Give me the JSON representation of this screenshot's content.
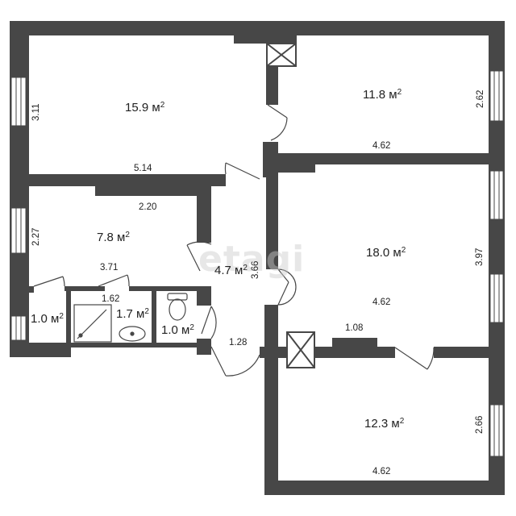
{
  "plan": {
    "wall_color": "#474747",
    "watermark": "etagi",
    "rooms": [
      {
        "id": "room-15-9",
        "area": "15.9",
        "unit": "м",
        "sup": "2"
      },
      {
        "id": "room-11-8",
        "area": "11.8",
        "unit": "м",
        "sup": "2"
      },
      {
        "id": "room-7-8",
        "area": "7.8",
        "unit": "м",
        "sup": "2"
      },
      {
        "id": "hall-4-7",
        "area": "4.7",
        "unit": "м",
        "sup": "2"
      },
      {
        "id": "room-18-0",
        "area": "18.0",
        "unit": "м",
        "sup": "2"
      },
      {
        "id": "closet-1-0",
        "area": "1.0",
        "unit": "м",
        "sup": "2"
      },
      {
        "id": "bath-1-7",
        "area": "1.7",
        "unit": "м",
        "sup": "2"
      },
      {
        "id": "wc-1-0",
        "area": "1.0",
        "unit": "м",
        "sup": "2"
      },
      {
        "id": "room-12-3",
        "area": "12.3",
        "unit": "м",
        "sup": "2"
      }
    ],
    "dimensions": [
      "3.11",
      "5.14",
      "2.62",
      "4.62",
      "2.20",
      "2.27",
      "3.71",
      "3.66",
      "3.97",
      "4.62",
      "1.62",
      "1.08",
      "1.28",
      "2.66",
      "4.62"
    ]
  }
}
